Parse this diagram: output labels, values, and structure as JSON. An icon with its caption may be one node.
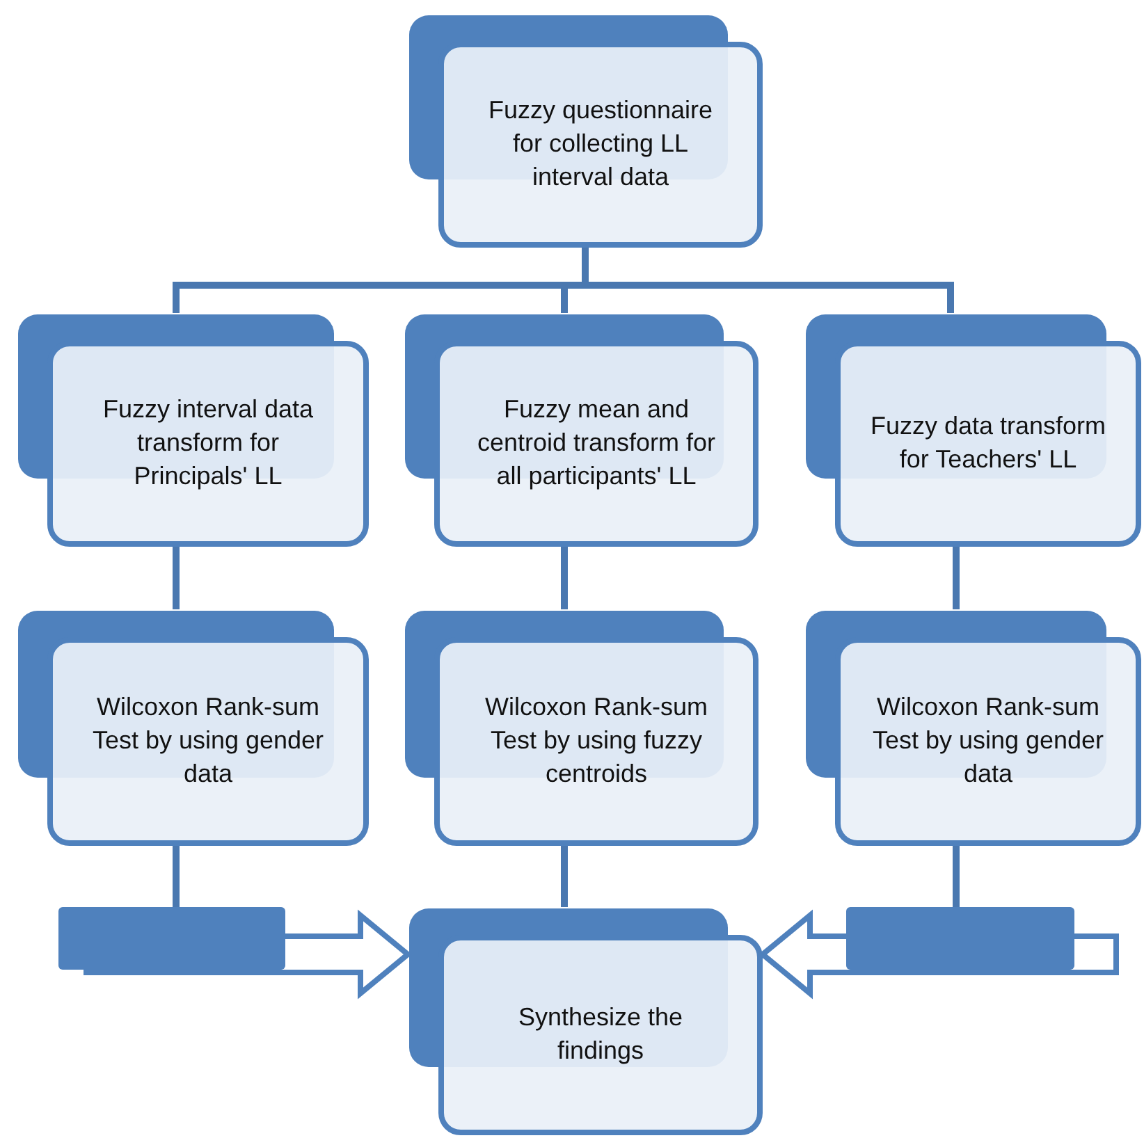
{
  "diagram": {
    "nodes": [
      {
        "text": [
          "Fuzzy questionnaire for collecting LL interval data"
        ]
      },
      {
        "text": [
          "Fuzzy interval data transform for Principals' LL"
        ]
      },
      {
        "text": [
          "Fuzzy mean and centroid transform for all participants' LL"
        ]
      },
      {
        "text": [
          "Fuzzy data transform for Teachers' LL"
        ]
      },
      {
        "text": [
          "Wilcoxon Rank-sum Test by using gender data"
        ]
      },
      {
        "text": [
          "Wilcoxon Rank-sum Test by using fuzzy centroids"
        ]
      },
      {
        "text": [
          "Wilcoxon Rank-sum Test by using gender data"
        ]
      },
      {
        "text": [],
        "shape": "box"
      },
      {
        "text": [
          "Synthesize the findings"
        ]
      },
      {
        "text": [],
        "shape": "box"
      }
    ],
    "edges": [
      {
        "from": 0,
        "to": 1,
        "arrow": "none"
      },
      {
        "from": 0,
        "to": 2,
        "arrow": "none"
      },
      {
        "from": 0,
        "to": 3,
        "arrow": "none"
      },
      {
        "from": 1,
        "to": 4,
        "arrow": "none"
      },
      {
        "from": 2,
        "to": 5,
        "arrow": "none"
      },
      {
        "from": 3,
        "to": 6,
        "arrow": "none"
      },
      {
        "from": 4,
        "to": 7,
        "arrow": "none"
      },
      {
        "from": 5,
        "to": 8,
        "arrow": "none"
      },
      {
        "from": 6,
        "to": 9,
        "arrow": "none"
      },
      {
        "from": 7,
        "to": 8,
        "arrow": "to",
        "style": "thick"
      },
      {
        "from": 9,
        "to": 8,
        "arrow": "to",
        "style": "thick"
      }
    ]
  }
}
